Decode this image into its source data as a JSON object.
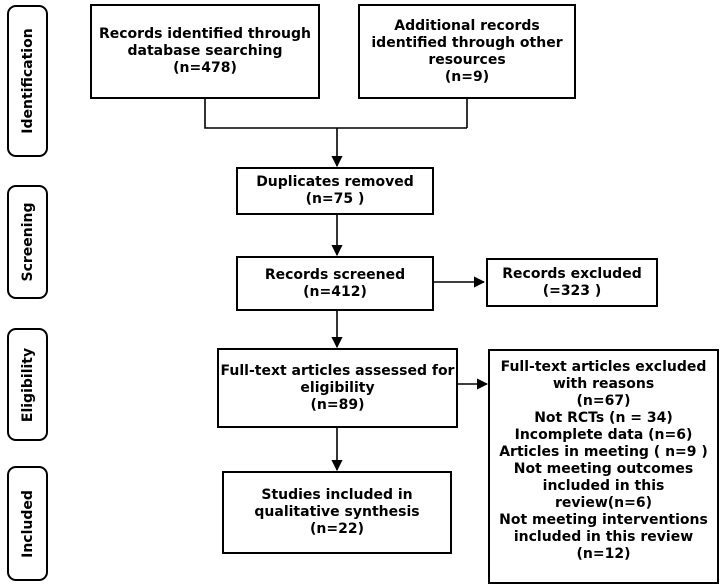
{
  "phases": {
    "identification": "Identification",
    "screening": "Screening",
    "eligibility": "Eligibility",
    "included": "Included"
  },
  "boxes": {
    "database": {
      "line1": "Records identified through",
      "line2": "database searching",
      "line3": "(n=478)"
    },
    "additional": {
      "line1": "Additional records",
      "line2": "identified through other",
      "line3": "resources",
      "line4": "(n=9)"
    },
    "duplicates": {
      "line1": "Duplicates removed",
      "line2": "(n=75 )"
    },
    "screened": {
      "line1": "Records screened",
      "line2": "(n=412)"
    },
    "excluded": {
      "line1": "Records excluded",
      "line2": "(=323 )"
    },
    "fulltext": {
      "line1": "Full-text articles assessed for",
      "line2": "eligibility",
      "line3": "(n=89)"
    },
    "fulltext_excluded": {
      "line1": "Full-text articles excluded",
      "line2": "with reasons",
      "line3": "(n=67)",
      "line4": "Not RCTs (n = 34)",
      "line5": "Incomplete data (n=6)",
      "line6": "Articles in meeting ( n=9 )",
      "line7": "Not meeting outcomes",
      "line8": "included in this",
      "line9": "review(n=6)",
      "line10": "Not meeting interventions",
      "line11": "included in this review",
      "line12": "(n=12)"
    },
    "included": {
      "line1": "Studies included in",
      "line2": "qualitative synthesis",
      "line3": "(n=22)"
    }
  }
}
